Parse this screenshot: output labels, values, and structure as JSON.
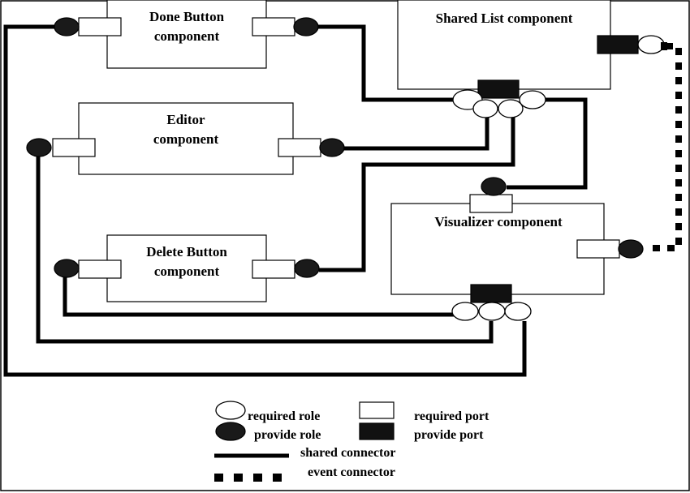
{
  "components": {
    "done_button": {
      "line1": "Done Button",
      "line2": "component"
    },
    "shared_list": {
      "line1": "Shared List component"
    },
    "editor": {
      "line1": "Editor",
      "line2": "component"
    },
    "visualizer": {
      "line1": "Visualizer component"
    },
    "delete_button": {
      "line1": "Delete Button",
      "line2": "component"
    }
  },
  "legend": {
    "required_role": "required role",
    "provide_role": "provide role",
    "required_port": "required port",
    "provide_port": "provide port",
    "shared_connector": "shared connector",
    "event_connector": "event connector"
  }
}
